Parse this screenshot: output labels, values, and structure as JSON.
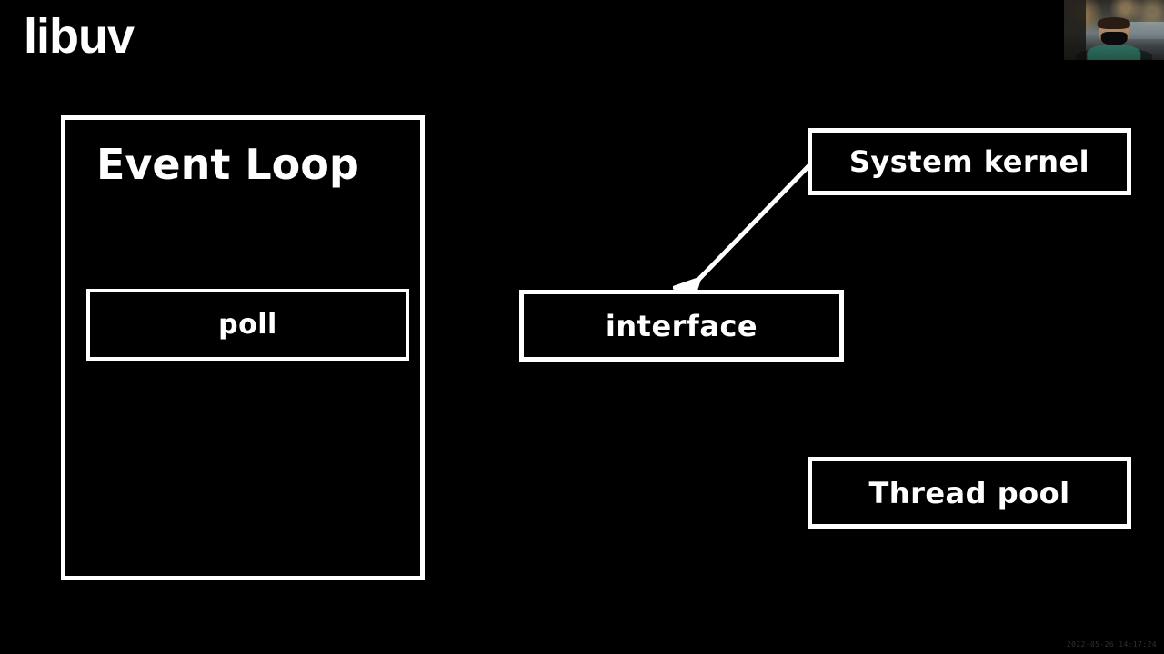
{
  "slide": {
    "title": "libuv",
    "background_color": "#000000",
    "foreground_color": "#ffffff"
  },
  "diagram": {
    "type": "block-diagram",
    "event_loop": {
      "title": "Event Loop",
      "inner_boxes": [
        {
          "label": "poll"
        }
      ]
    },
    "boxes": [
      {
        "id": "system-kernel",
        "label": "System kernel"
      },
      {
        "id": "interface",
        "label": "interface"
      },
      {
        "id": "thread-pool",
        "label": "Thread pool"
      }
    ],
    "arrows": [
      {
        "from": "system-kernel",
        "to": "interface",
        "style": "solid-filled-head"
      }
    ]
  },
  "webcam": {
    "present": true,
    "name_tag": "",
    "description": "presenter-webcam"
  },
  "recording": {
    "timestamp": "2022-05-26 14:17:24"
  }
}
